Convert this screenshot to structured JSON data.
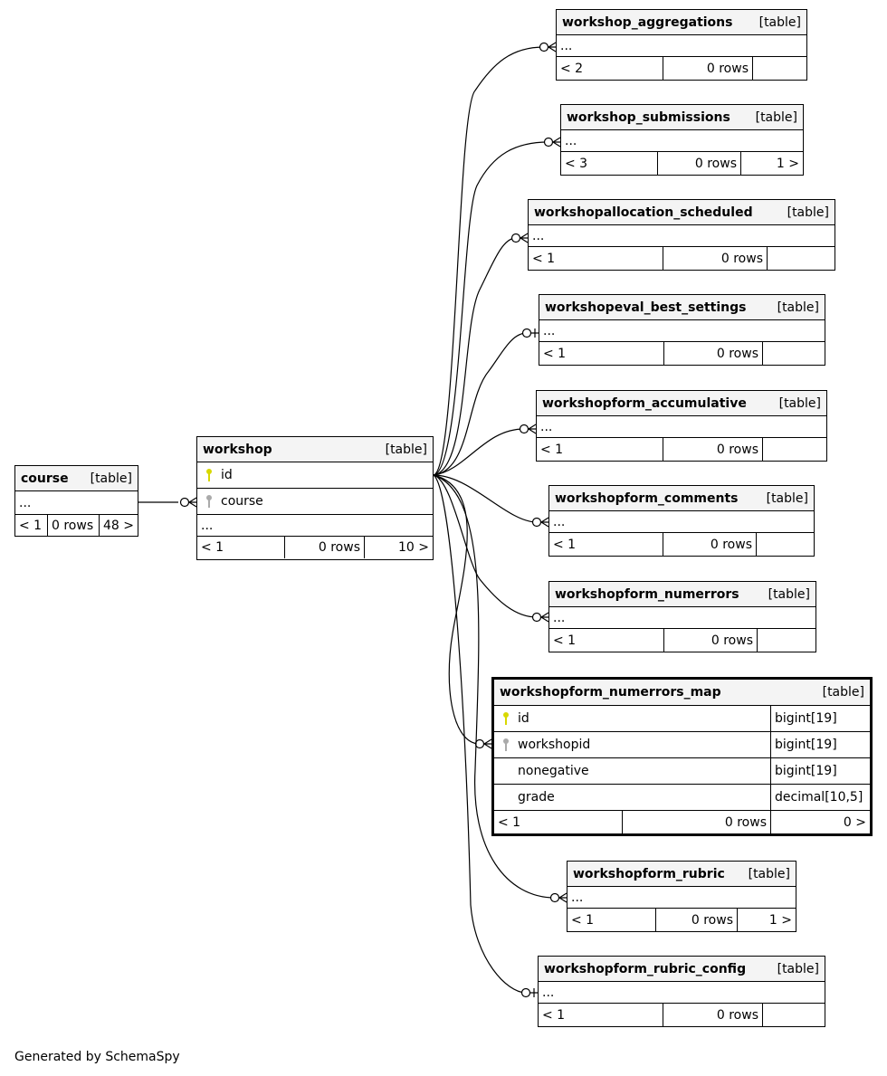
{
  "footer": "Generated by SchemaSpy",
  "colors": {
    "pk_key": "#d8d800",
    "fk_key": "#aaaaaa",
    "header_bg": "#f4f4f4",
    "line": "#000000"
  },
  "tables": {
    "course": {
      "name": "course",
      "type": "[table]",
      "more": "...",
      "parents": "< 1",
      "rows": "0 rows",
      "children": "48 >"
    },
    "workshop": {
      "name": "workshop",
      "type": "[table]",
      "columns": [
        {
          "name": "id",
          "key": "pk"
        },
        {
          "name": "course",
          "key": "fk"
        }
      ],
      "more": "...",
      "parents": "< 1",
      "rows": "0 rows",
      "children": "10 >"
    },
    "workshop_aggregations": {
      "name": "workshop_aggregations",
      "type": "[table]",
      "more": "...",
      "parents": "< 2",
      "rows": "0 rows",
      "children": ""
    },
    "workshop_submissions": {
      "name": "workshop_submissions",
      "type": "[table]",
      "more": "...",
      "parents": "< 3",
      "rows": "0 rows",
      "children": "1 >"
    },
    "workshopallocation_scheduled": {
      "name": "workshopallocation_scheduled",
      "type": "[table]",
      "more": "...",
      "parents": "< 1",
      "rows": "0 rows",
      "children": ""
    },
    "workshopeval_best_settings": {
      "name": "workshopeval_best_settings",
      "type": "[table]",
      "more": "...",
      "parents": "< 1",
      "rows": "0 rows",
      "children": ""
    },
    "workshopform_accumulative": {
      "name": "workshopform_accumulative",
      "type": "[table]",
      "more": "...",
      "parents": "< 1",
      "rows": "0 rows",
      "children": ""
    },
    "workshopform_comments": {
      "name": "workshopform_comments",
      "type": "[table]",
      "more": "...",
      "parents": "< 1",
      "rows": "0 rows",
      "children": ""
    },
    "workshopform_numerrors": {
      "name": "workshopform_numerrors",
      "type": "[table]",
      "more": "...",
      "parents": "< 1",
      "rows": "0 rows",
      "children": ""
    },
    "workshopform_numerrors_map": {
      "name": "workshopform_numerrors_map",
      "type": "[table]",
      "columns": [
        {
          "name": "id",
          "datatype": "bigint[19]",
          "key": "pk"
        },
        {
          "name": "workshopid",
          "datatype": "bigint[19]",
          "key": "fk"
        },
        {
          "name": "nonegative",
          "datatype": "bigint[19]",
          "key": ""
        },
        {
          "name": "grade",
          "datatype": "decimal[10,5]",
          "key": ""
        }
      ],
      "parents": "< 1",
      "rows": "0 rows",
      "children": "0 >"
    },
    "workshopform_rubric": {
      "name": "workshopform_rubric",
      "type": "[table]",
      "more": "...",
      "parents": "< 1",
      "rows": "0 rows",
      "children": "1 >"
    },
    "workshopform_rubric_config": {
      "name": "workshopform_rubric_config",
      "type": "[table]",
      "more": "...",
      "parents": "< 1",
      "rows": "0 rows",
      "children": ""
    }
  }
}
